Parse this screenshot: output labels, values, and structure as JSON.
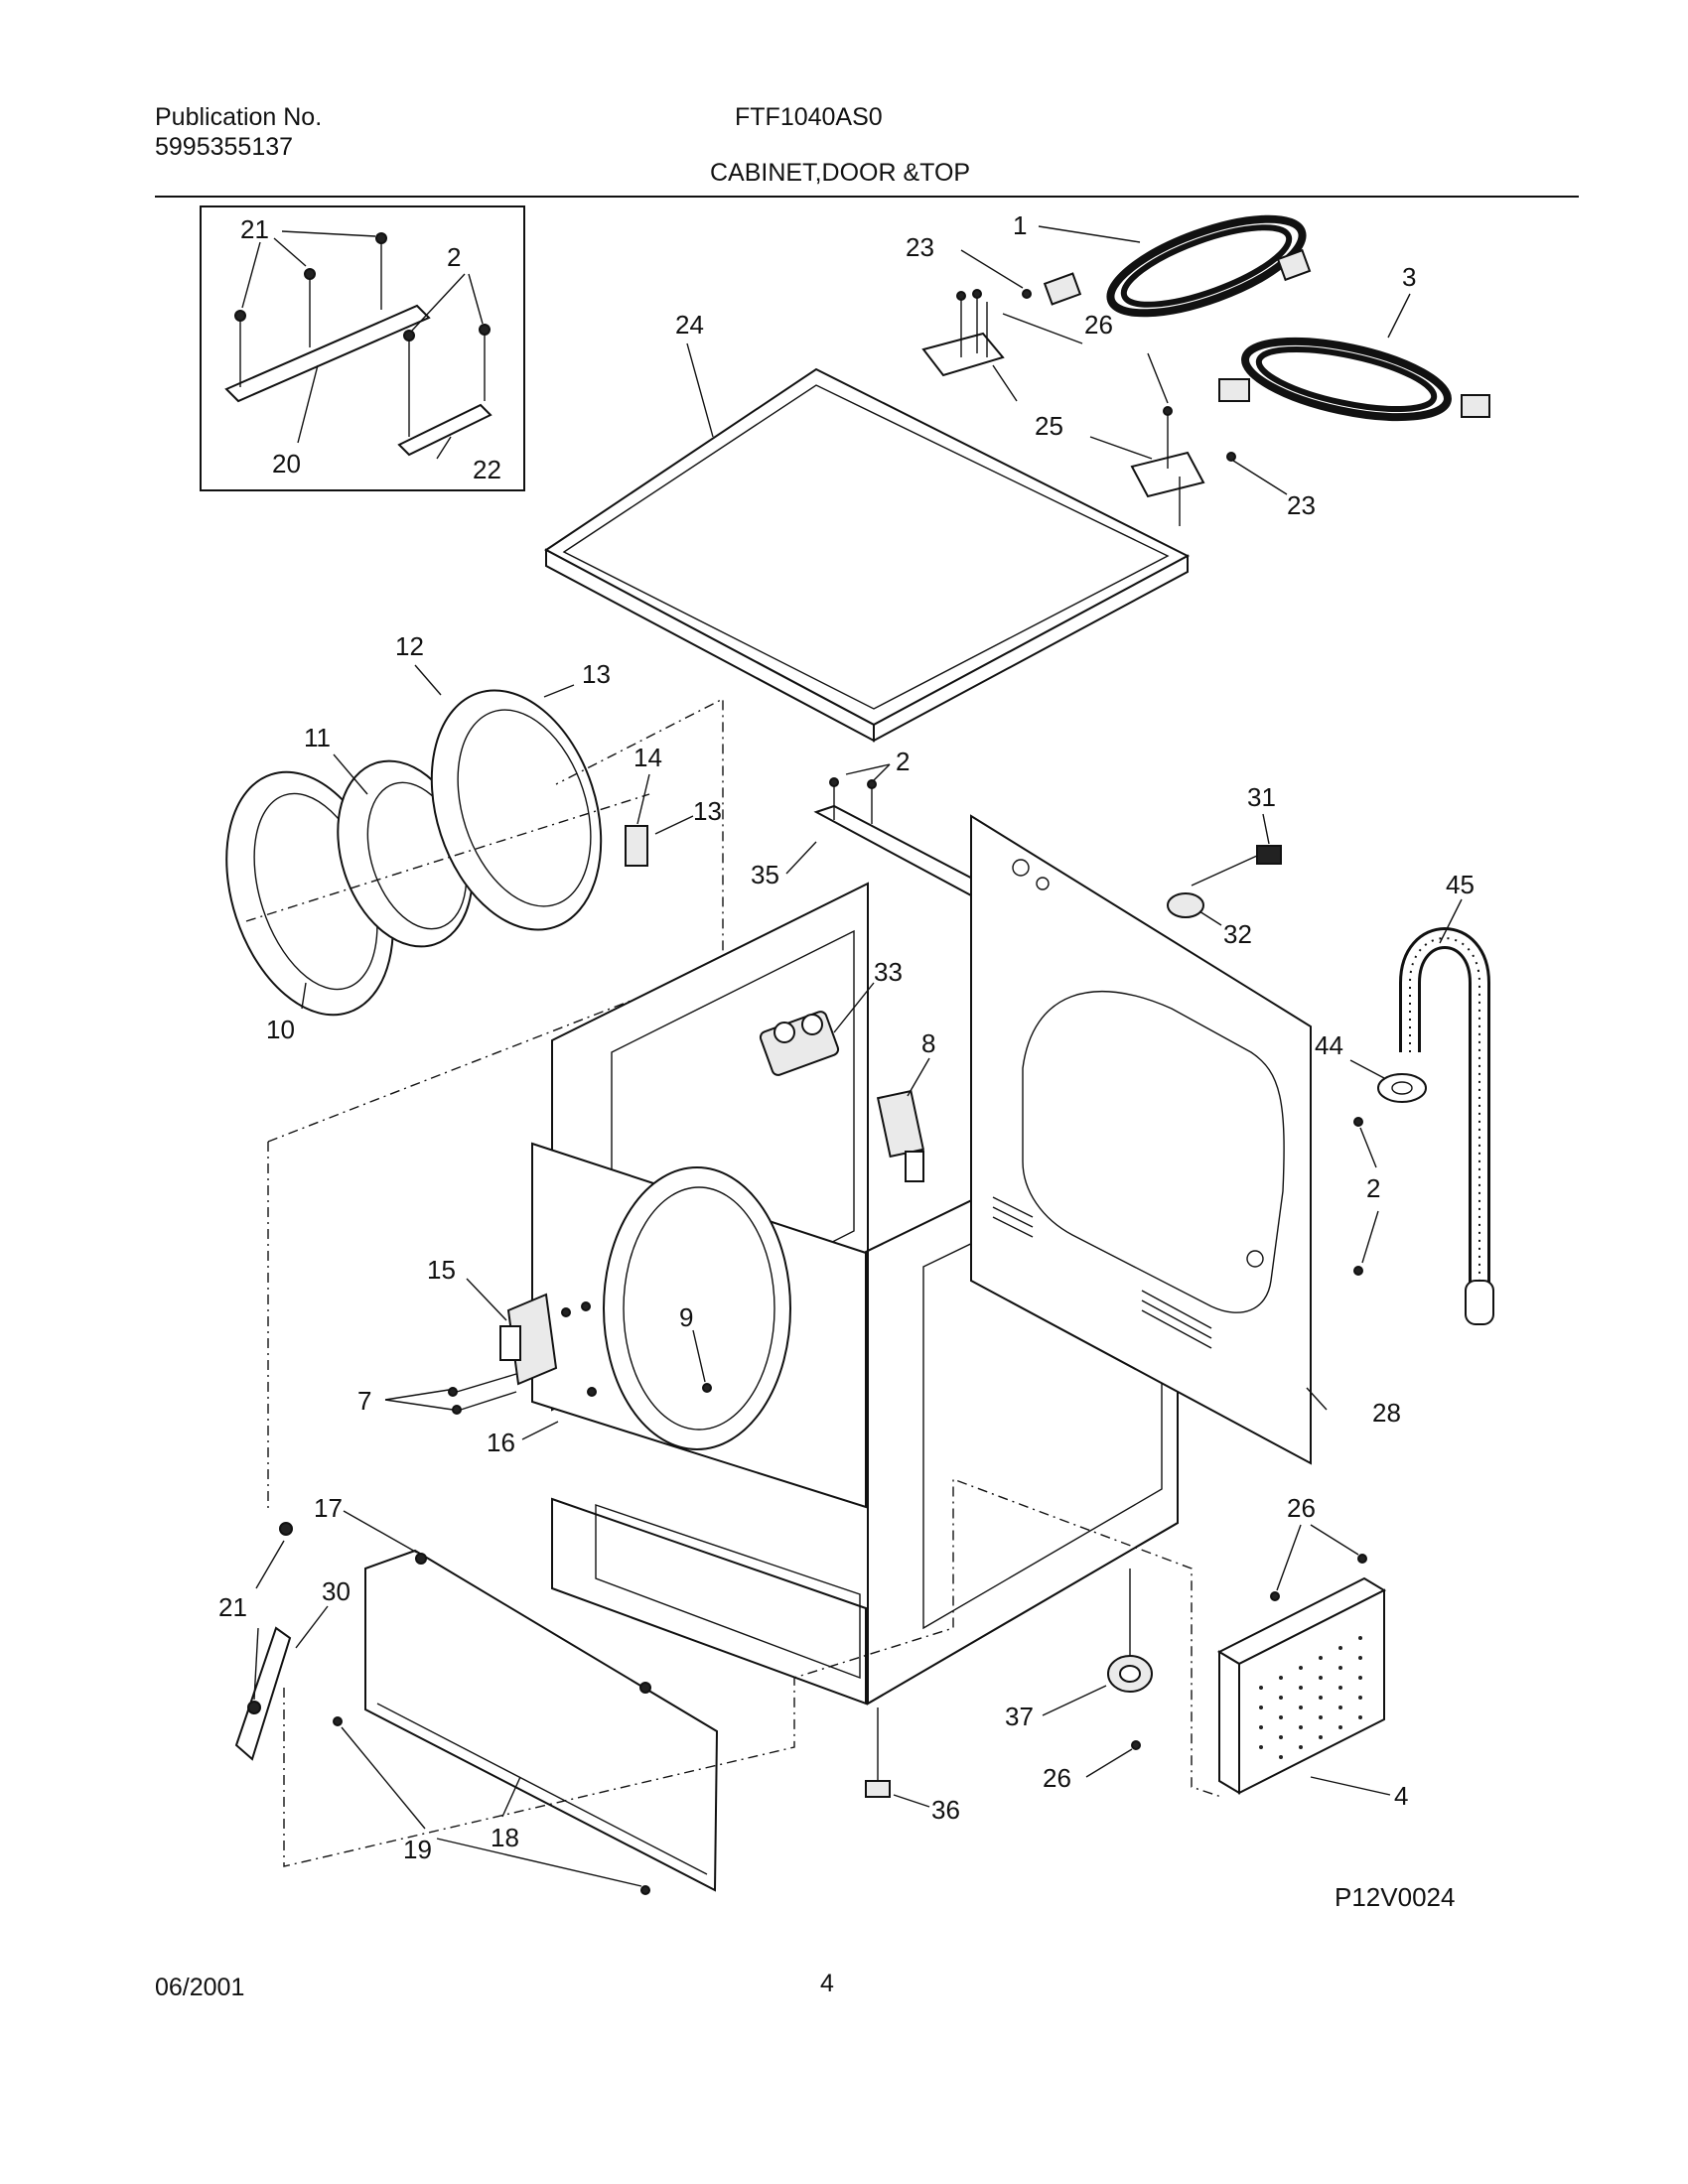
{
  "header": {
    "publication_label": "Publication No.",
    "publication_number": "5995355137",
    "model": "FTF1040AS0",
    "section_title": "CABINET,DOOR &TOP"
  },
  "footer": {
    "date": "06/2001",
    "page": "4",
    "drawing_code": "P12V0024"
  },
  "callouts": {
    "inset_21": "21",
    "inset_2": "2",
    "inset_20": "20",
    "inset_22": "22",
    "c1": "1",
    "c3": "3",
    "c23a": "23",
    "c23b": "23",
    "c24": "24",
    "c26a": "26",
    "c25": "25",
    "c12": "12",
    "c13a": "13",
    "c13b": "13",
    "c11": "11",
    "c14": "14",
    "c10": "10",
    "c2a": "2",
    "c35": "35",
    "c31": "31",
    "c32": "32",
    "c45": "45",
    "c33": "33",
    "c8": "8",
    "c44": "44",
    "c2b": "2",
    "c15": "15",
    "c9": "9",
    "c7": "7",
    "c16": "16",
    "c28": "28",
    "c17": "17",
    "c21": "21",
    "c30": "30",
    "c26b": "26",
    "c37": "37",
    "c26c": "26",
    "c4": "4",
    "c19": "19",
    "c18": "18",
    "c36": "36"
  }
}
